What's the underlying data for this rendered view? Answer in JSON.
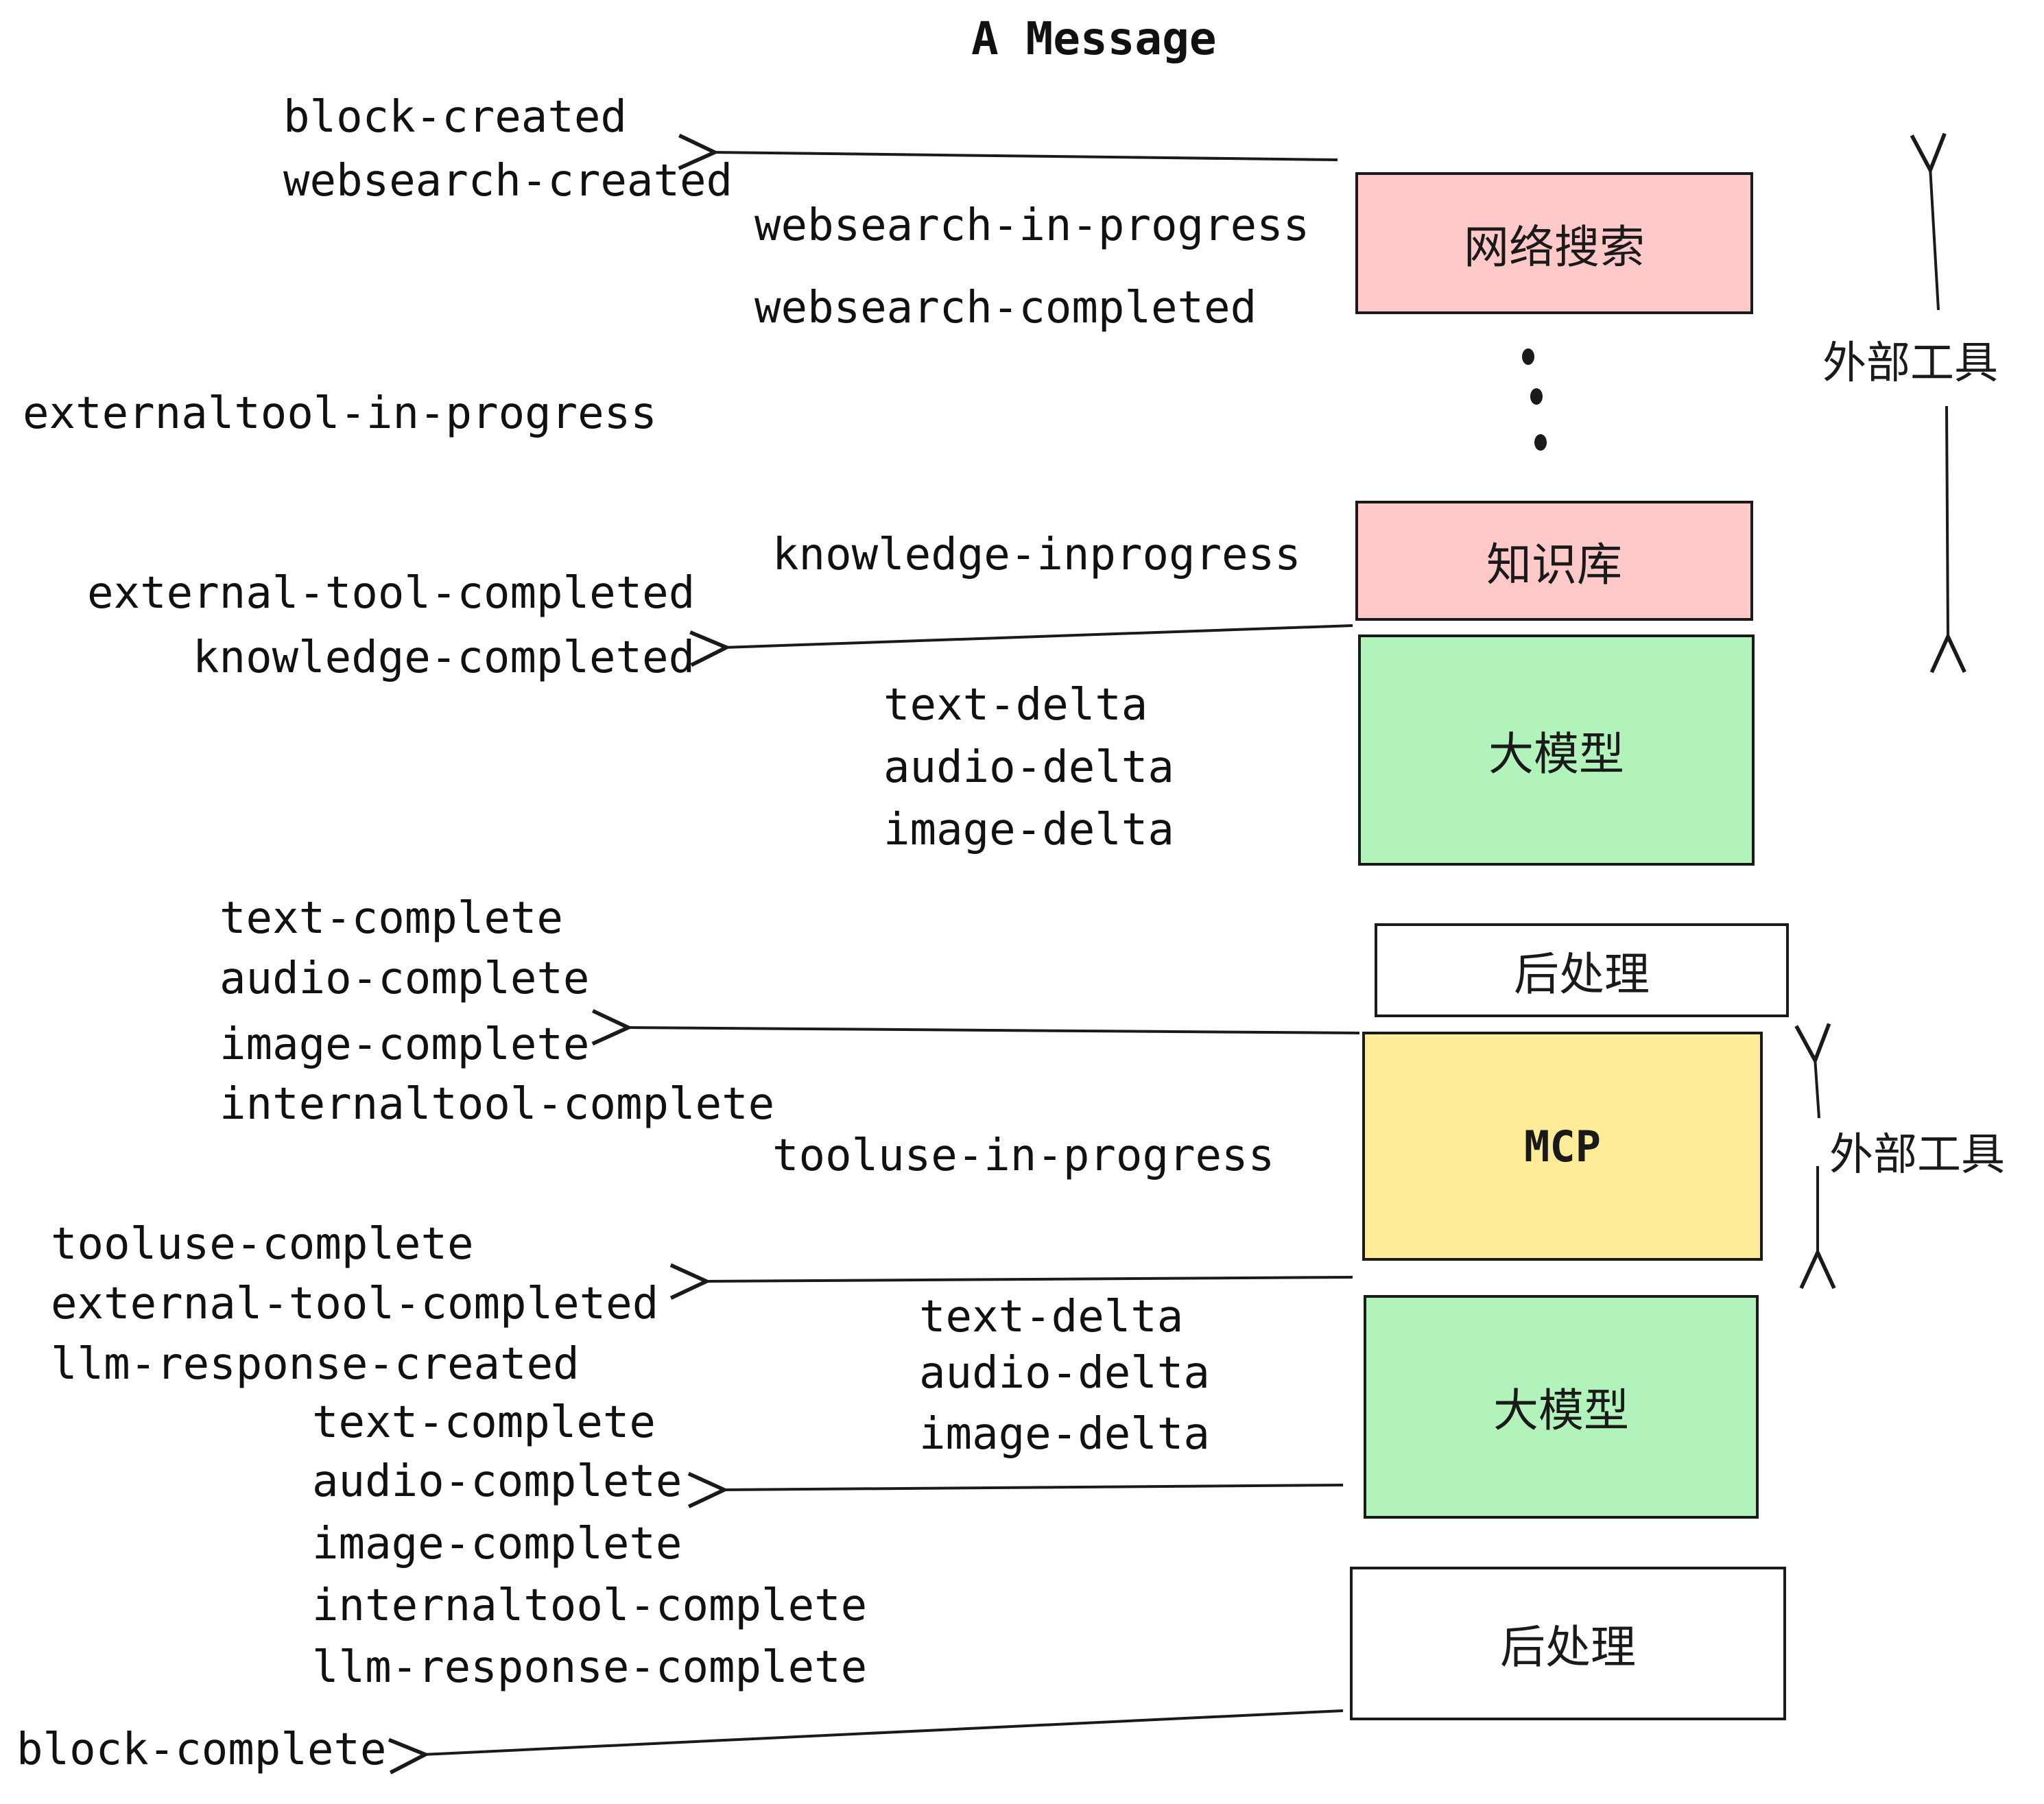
{
  "title": "A Message",
  "colors": {
    "pink": "#ffc9c9",
    "green": "#b2f2bb",
    "yellow": "#ffec99",
    "white": "#ffffff",
    "stroke": "#1a1a1a"
  },
  "nodes": [
    {
      "id": "websearch",
      "label": "网络搜索",
      "color": "pink"
    },
    {
      "id": "knowledge",
      "label": "知识库",
      "color": "pink"
    },
    {
      "id": "llm-1",
      "label": "大模型",
      "color": "green"
    },
    {
      "id": "postprocess-1",
      "label": "后处理",
      "color": "white"
    },
    {
      "id": "mcp",
      "label": "MCP",
      "color": "yellow"
    },
    {
      "id": "llm-2",
      "label": "大模型",
      "color": "green"
    },
    {
      "id": "postprocess-2",
      "label": "后处理",
      "color": "white"
    }
  ],
  "side_labels": [
    {
      "text": "外部工具"
    },
    {
      "text": "外部工具"
    }
  ],
  "events": [
    {
      "text": "block-created"
    },
    {
      "text": "websearch-created"
    },
    {
      "text": "websearch-in-progress"
    },
    {
      "text": "websearch-completed"
    },
    {
      "text": "externaltool-in-progress"
    },
    {
      "text": "knowledge-inprogress"
    },
    {
      "text": "external-tool-completed"
    },
    {
      "text": "knowledge-completed"
    },
    {
      "text": "text-delta"
    },
    {
      "text": "audio-delta"
    },
    {
      "text": "image-delta"
    },
    {
      "text": "text-complete"
    },
    {
      "text": "audio-complete"
    },
    {
      "text": "image-complete"
    },
    {
      "text": "internaltool-complete"
    },
    {
      "text": "tooluse-in-progress"
    },
    {
      "text": "tooluse-complete"
    },
    {
      "text": "external-tool-completed"
    },
    {
      "text": "llm-response-created"
    },
    {
      "text": "text-delta"
    },
    {
      "text": "audio-delta"
    },
    {
      "text": "image-delta"
    },
    {
      "text": "text-complete"
    },
    {
      "text": "audio-complete"
    },
    {
      "text": "image-complete"
    },
    {
      "text": "internaltool-complete"
    },
    {
      "text": "llm-response-complete"
    },
    {
      "text": "block-complete"
    }
  ]
}
